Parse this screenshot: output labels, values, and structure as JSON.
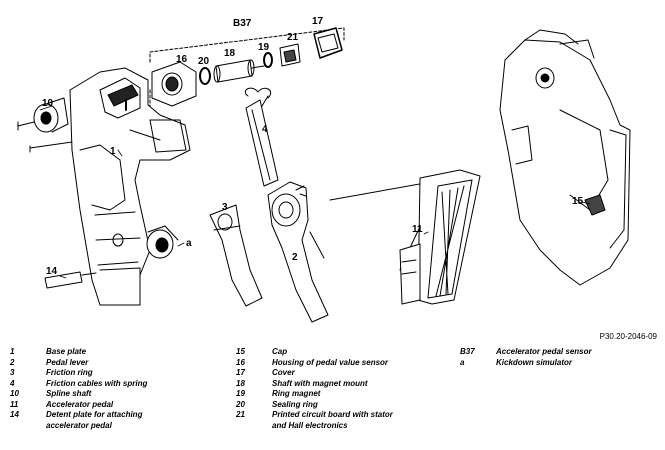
{
  "figure": {
    "reference_code": "P30.20-2046-09",
    "callouts": [
      "B37",
      "17",
      "16",
      "20",
      "18",
      "19",
      "21",
      "10",
      "1",
      "4",
      "3",
      "a",
      "2",
      "11",
      "14",
      "15"
    ]
  },
  "legend": {
    "col1": [
      {
        "num": "1",
        "text": "Base plate"
      },
      {
        "num": "2",
        "text": "Pedal lever"
      },
      {
        "num": "3",
        "text": "Friction ring"
      },
      {
        "num": "4",
        "text": "Friction cables with spring"
      },
      {
        "num": "10",
        "text": "Spline shaft"
      },
      {
        "num": "11",
        "text": "Accelerator pedal"
      },
      {
        "num": "14",
        "text": "Detent plate for attaching\naccelerator pedal"
      }
    ],
    "col2": [
      {
        "num": "15",
        "text": "Cap"
      },
      {
        "num": "16",
        "text": "Housing of pedal value sensor"
      },
      {
        "num": "17",
        "text": "Cover"
      },
      {
        "num": "18",
        "text": "Shaft with magnet mount"
      },
      {
        "num": "19",
        "text": "Ring magnet"
      },
      {
        "num": "20",
        "text": "Sealing ring"
      },
      {
        "num": "21",
        "text": "Printed circuit board with stator\nand Hall electronics"
      }
    ],
    "col3": [
      {
        "num": "B37",
        "text": "Accelerator pedal sensor"
      },
      {
        "num": "a",
        "text": "Kickdown simulator"
      }
    ]
  }
}
